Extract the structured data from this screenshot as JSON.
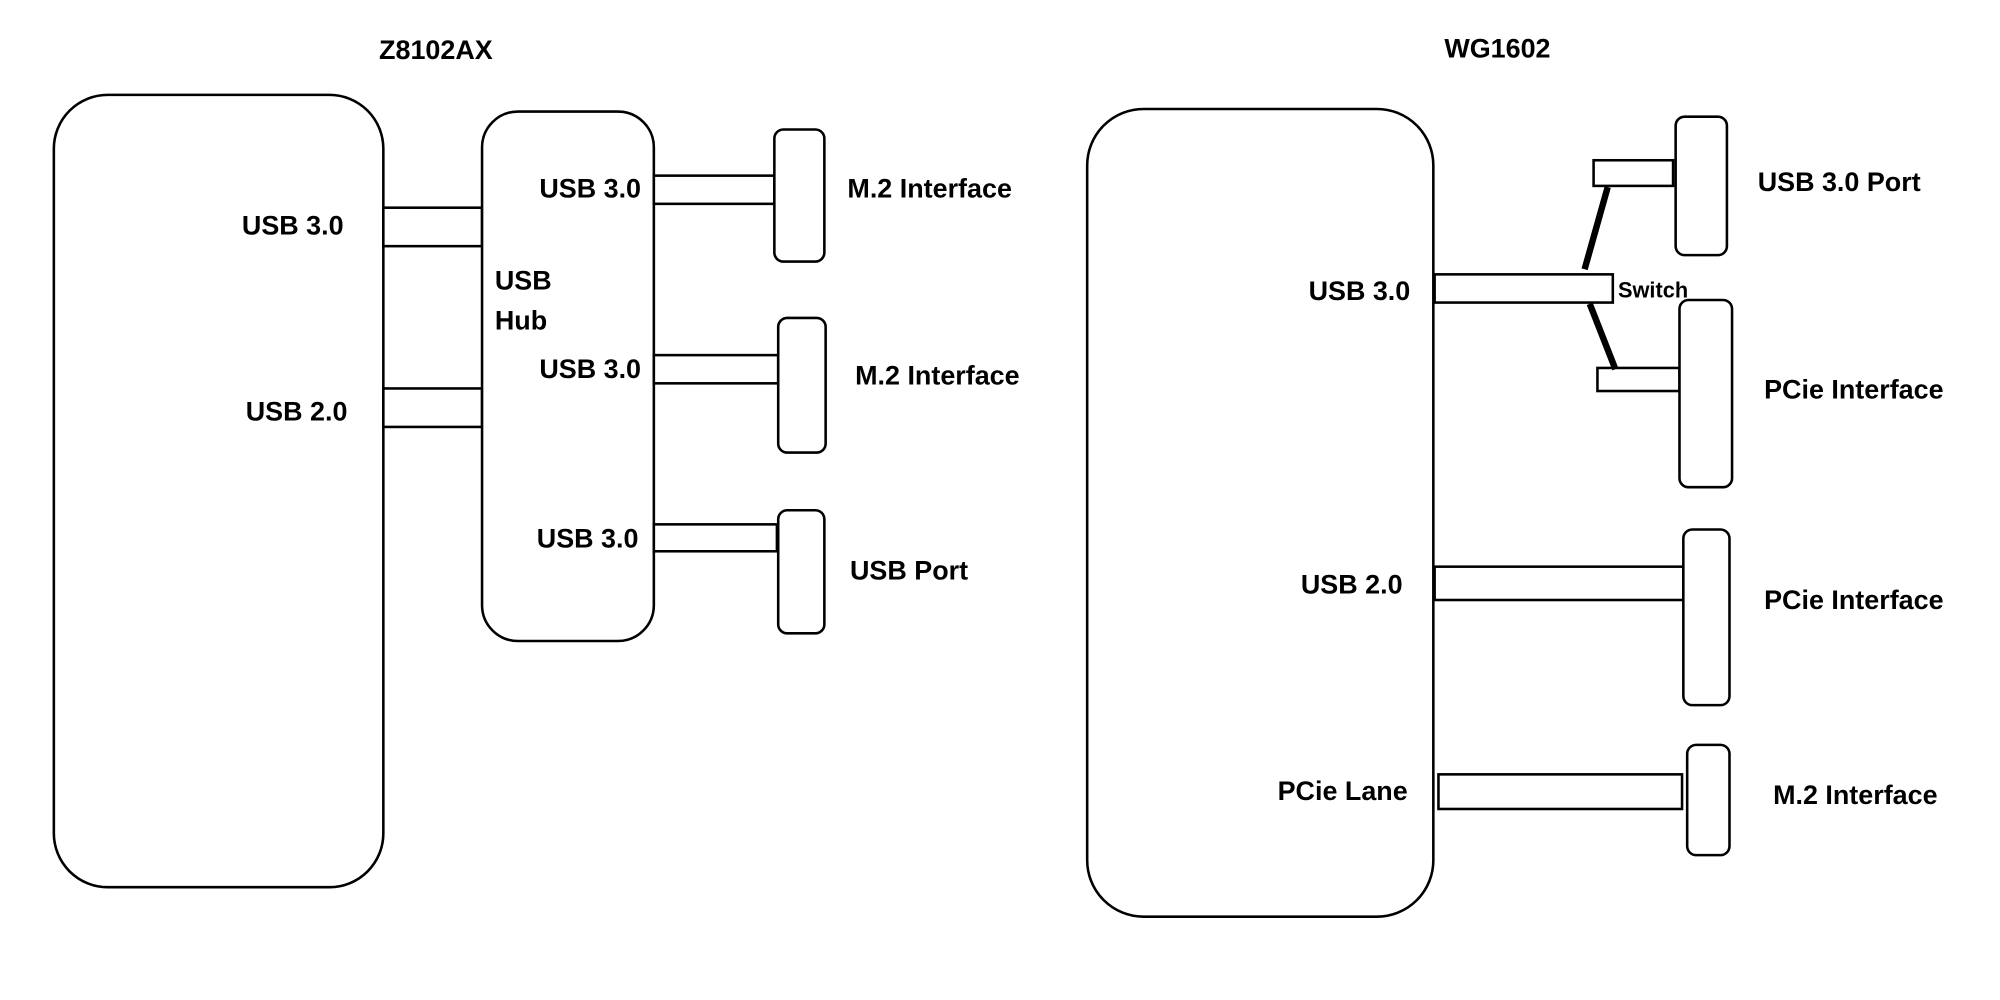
{
  "left_diagram": {
    "title": "Z8102AX",
    "soc_ports": {
      "usb3": "USB 3.0",
      "usb2": "USB 2.0"
    },
    "hub": {
      "label_line1": "USB",
      "label_line2": "Hub",
      "ports": [
        "USB 3.0",
        "USB 3.0",
        "USB 3.0"
      ]
    },
    "devices": [
      "M.2 Interface",
      "M.2 Interface",
      "USB Port"
    ]
  },
  "right_diagram": {
    "title": "WG1602",
    "soc_ports": {
      "usb3": "USB 3.0",
      "usb2": "USB 2.0",
      "pcie": "PCie Lane"
    },
    "switch_label": "Switch",
    "devices": [
      "USB 3.0 Port",
      "PCie Interface",
      "PCie Interface",
      "M.2 Interface"
    ]
  }
}
